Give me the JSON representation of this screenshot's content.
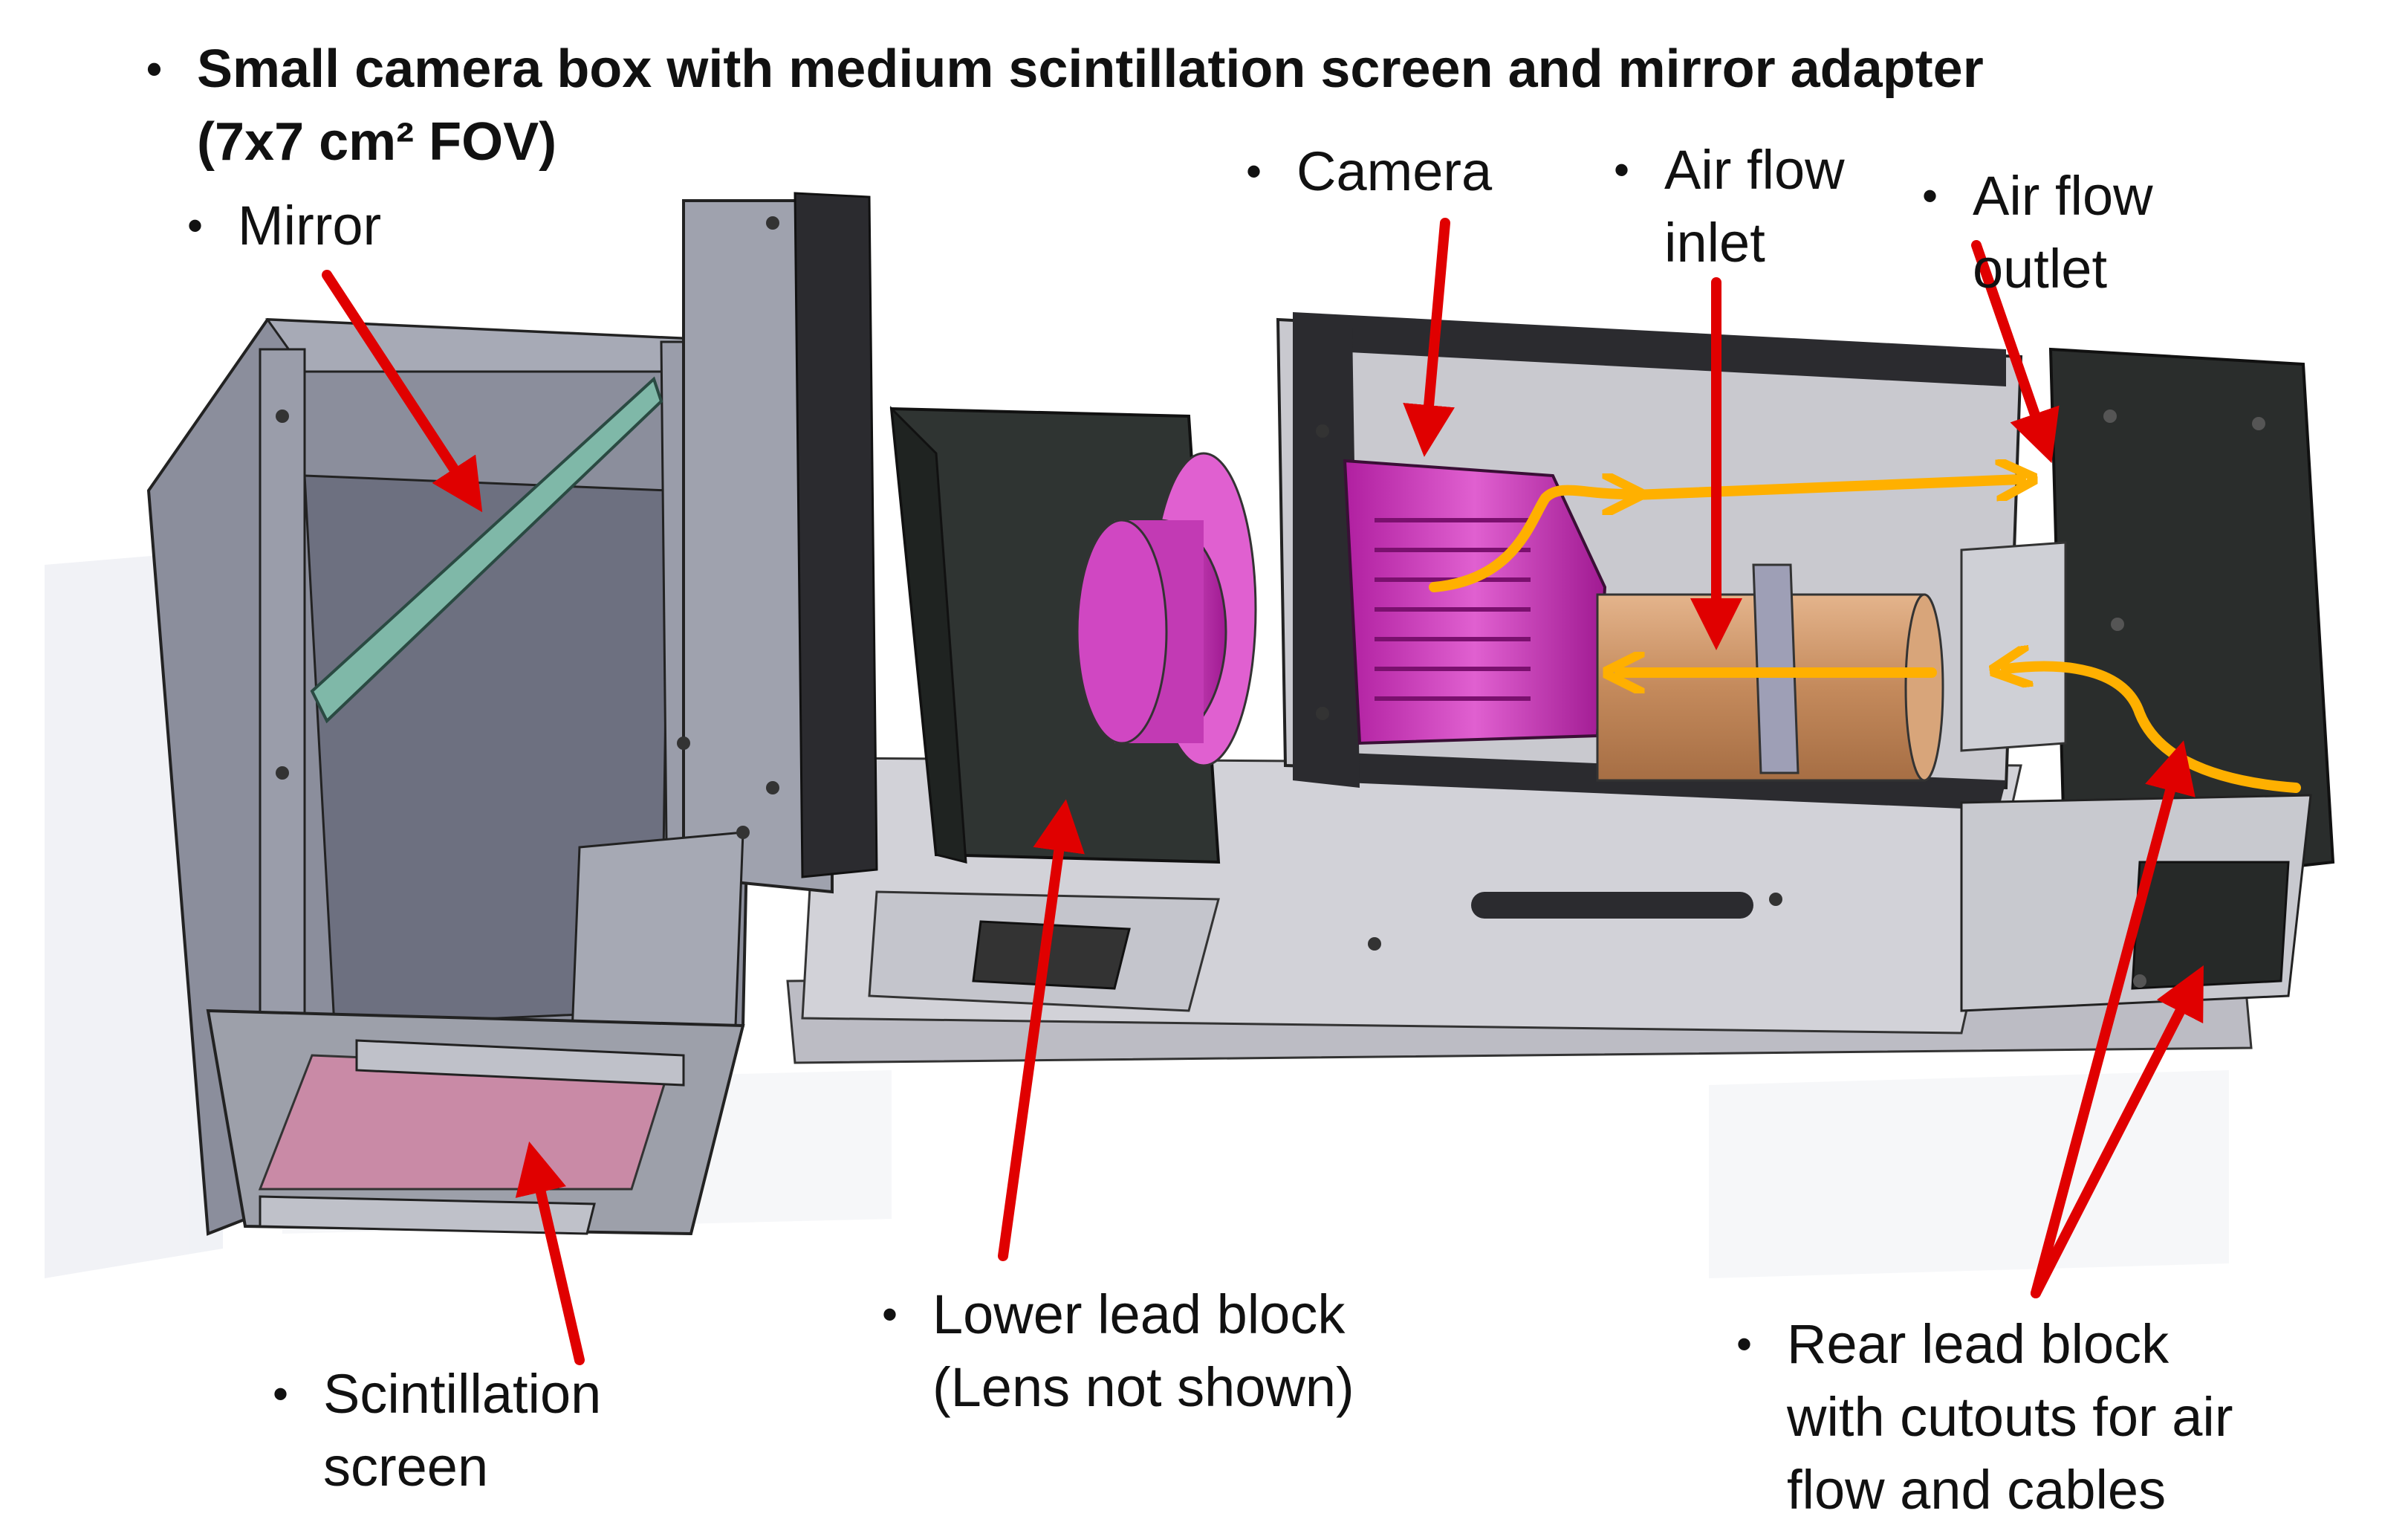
{
  "title": {
    "line1": "Small camera box with medium scintillation screen and mirror adapter",
    "line2": "(7x7 cm² FOV)"
  },
  "labels": {
    "mirror": "Mirror",
    "camera": "Camera",
    "air_inlet_1": "Air flow",
    "air_inlet_2": "inlet",
    "air_outlet_1": "Air flow",
    "air_outlet_2": "outlet",
    "lower_lead_1": "Lower lead block",
    "lower_lead_2": "(Lens not shown)",
    "scint_1": "Scintillation",
    "scint_2": "screen",
    "rear_lead_1": "Rear lead block",
    "rear_lead_2": "with cutouts for air",
    "rear_lead_3": "flow and cables"
  },
  "bullet_glyph": "•",
  "colors": {
    "callout_arrow": "#e00000",
    "airflow_arrow": "#ffb000",
    "camera_body": "#d63fc6",
    "mirror_glass": "#7fb8a8",
    "scintillator": "#c98aa6",
    "housing": "#8c8f9e",
    "lead": "#2c302e",
    "copper": "#c89064"
  }
}
